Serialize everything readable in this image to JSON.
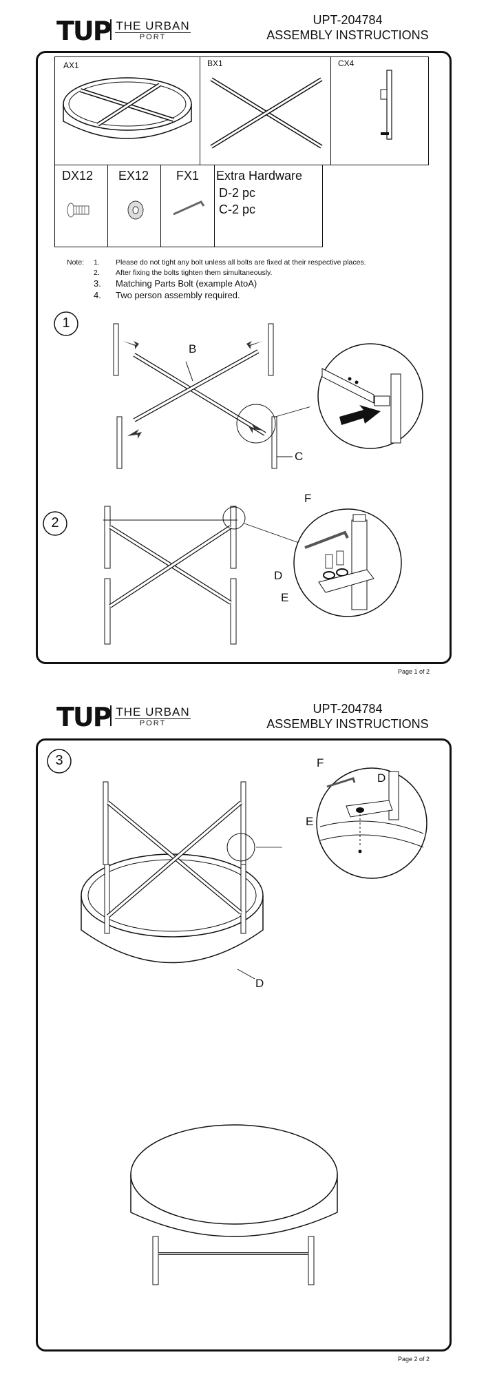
{
  "doc": {
    "code": "UPT-204784",
    "title": "ASSEMBLY INSTRUCTIONS"
  },
  "brand": {
    "logo": "TUP",
    "name_line1": "THE URBAN",
    "name_line2": "PORT"
  },
  "parts": [
    {
      "label": "AX1"
    },
    {
      "label": "BX1"
    },
    {
      "label": "CX4"
    },
    {
      "label": "DX12"
    },
    {
      "label": "EX12"
    },
    {
      "label": "FX1"
    }
  ],
  "extra": {
    "title": "Extra Hardware",
    "line1": "D-2 pc",
    "line2": "C-2 pc"
  },
  "notes": {
    "prefix": "Note:",
    "items": [
      {
        "num": "1.",
        "text": "Please do not tight any bolt unless all bolts are fixed at their respective places."
      },
      {
        "num": "2.",
        "text": "After fixing the bolts tighten them simultaneously."
      },
      {
        "num": "3.",
        "text": "Matching Parts Bolt (example AtoA)"
      },
      {
        "num": "4.",
        "text": "Two person assembly required."
      }
    ]
  },
  "steps": [
    {
      "num": "1",
      "labels": [
        "B",
        "C"
      ]
    },
    {
      "num": "2",
      "labels": [
        "F",
        "D",
        "E"
      ]
    },
    {
      "num": "3",
      "labels": [
        "F",
        "D",
        "E",
        "D"
      ]
    }
  ],
  "pages": {
    "p1": "Page 1 of 2",
    "p2": "Page 2 of 2"
  }
}
